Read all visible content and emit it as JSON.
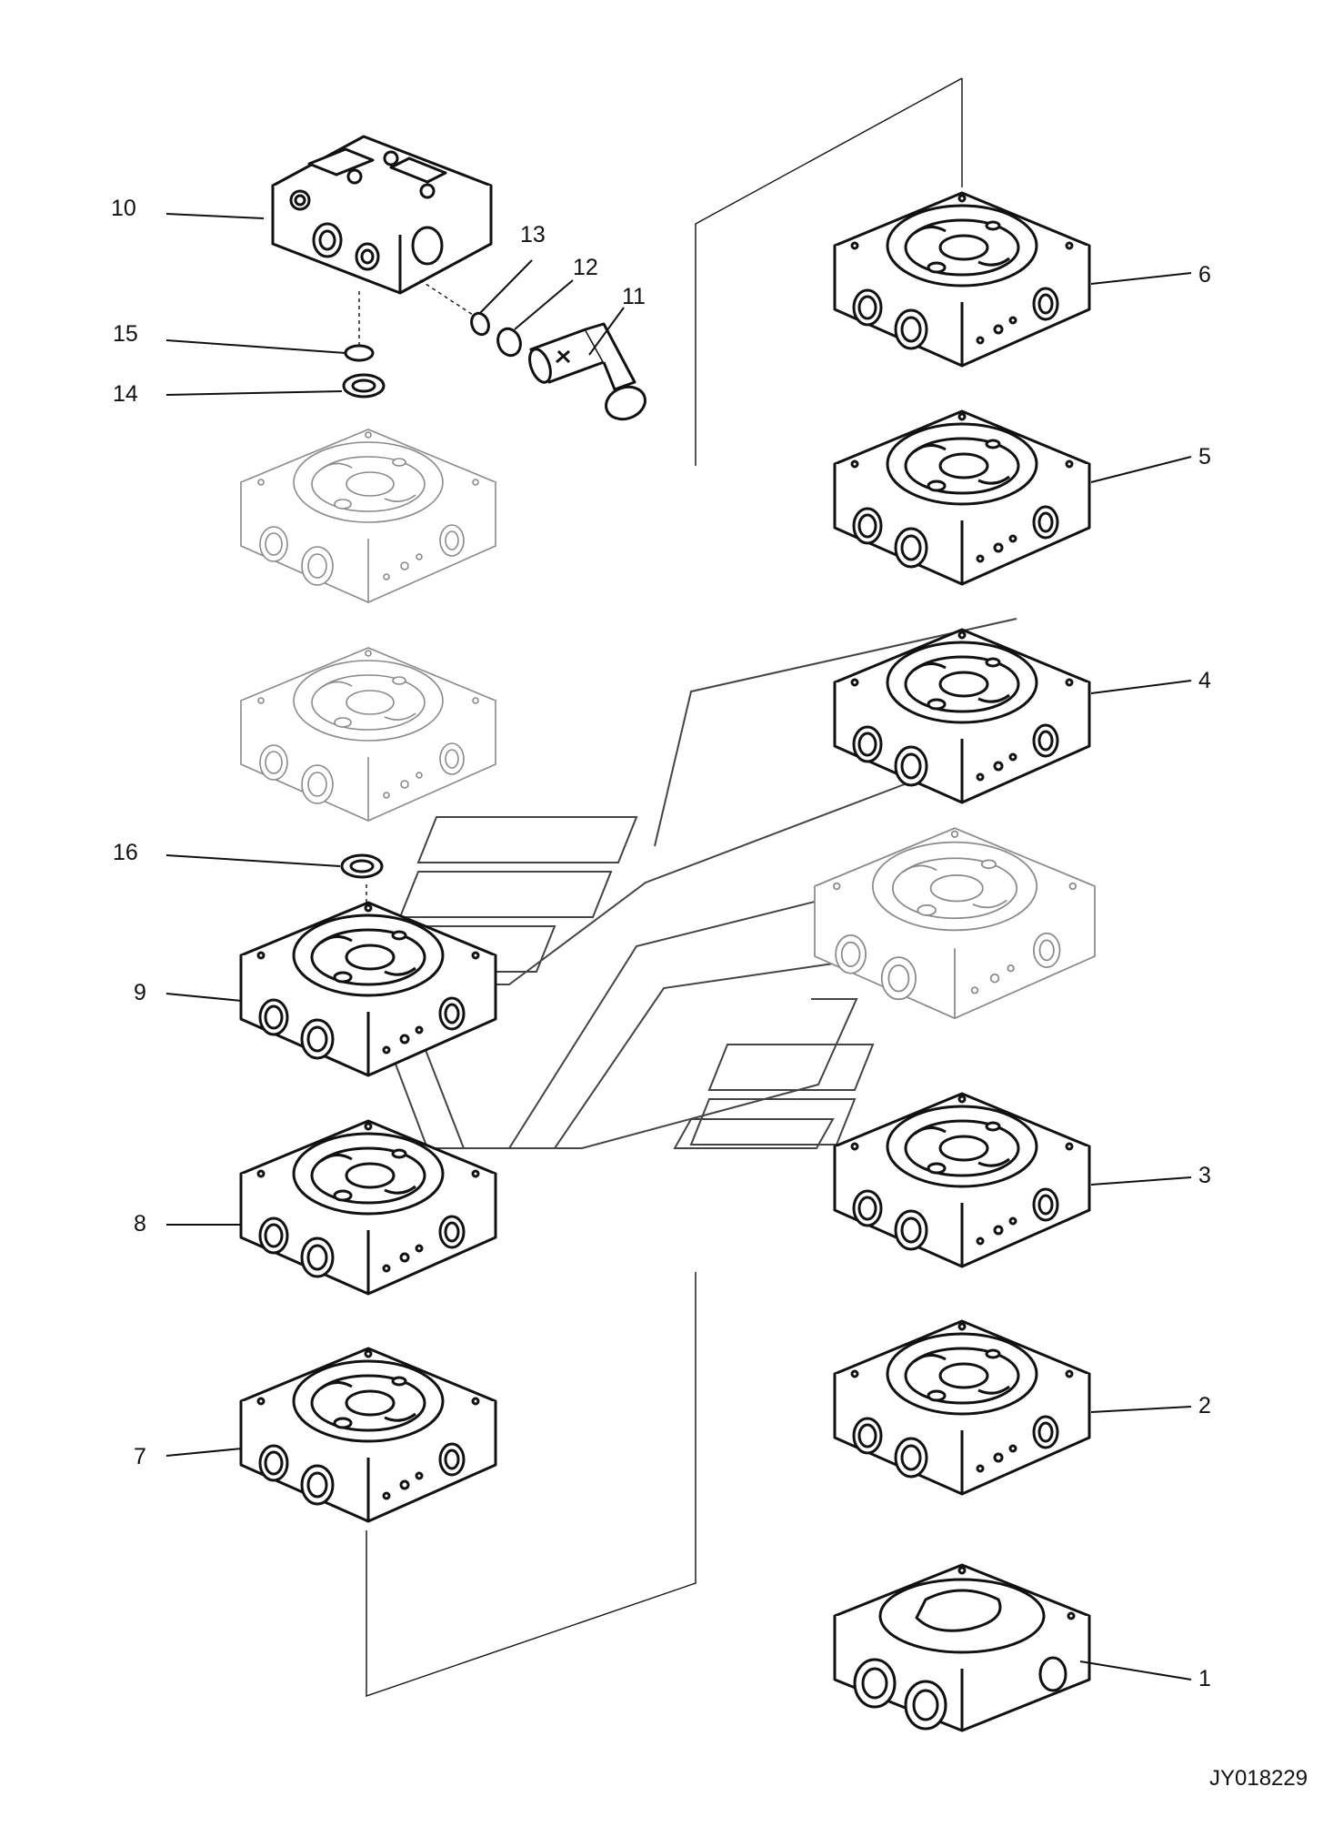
{
  "callouts": [
    {
      "id": "1",
      "text": "1"
    },
    {
      "id": "2",
      "text": "2"
    },
    {
      "id": "3",
      "text": "3"
    },
    {
      "id": "4",
      "text": "4"
    },
    {
      "id": "5",
      "text": "5"
    },
    {
      "id": "6",
      "text": "6"
    },
    {
      "id": "7",
      "text": "7"
    },
    {
      "id": "8",
      "text": "8"
    },
    {
      "id": "9",
      "text": "9"
    },
    {
      "id": "10",
      "text": "10"
    },
    {
      "id": "11",
      "text": "11"
    },
    {
      "id": "12",
      "text": "12"
    },
    {
      "id": "13",
      "text": "13"
    },
    {
      "id": "14",
      "text": "14"
    },
    {
      "id": "15",
      "text": "15"
    },
    {
      "id": "16",
      "text": "16"
    }
  ],
  "drawing_id": "JY018229",
  "colors": {
    "line": "#111111",
    "faint": "#8a8a8a",
    "background": "#ffffff"
  }
}
